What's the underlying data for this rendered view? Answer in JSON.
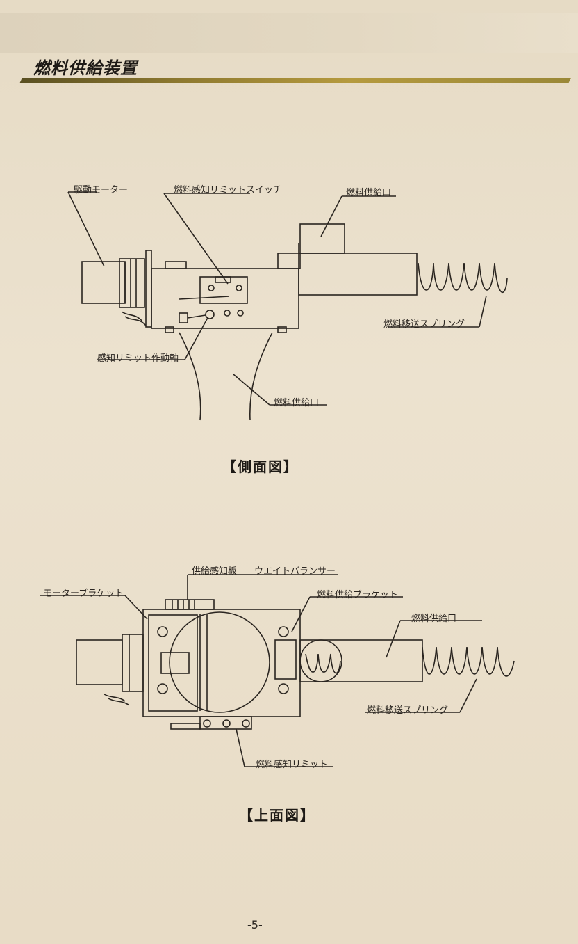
{
  "section": {
    "title": "燃料供給装置"
  },
  "side_view": {
    "caption": "【側面図】",
    "labels": {
      "drive_motor": "駆動モーター",
      "limit_switch": "燃料感知リミットスイッチ",
      "supply_port_top": "燃料供給口",
      "transfer_spring": "燃料移送スプリング",
      "limit_shaft": "感知リミット作動軸",
      "supply_port_bottom": "燃料供給口"
    }
  },
  "top_view": {
    "caption": "【上面図】",
    "labels": {
      "sensor_plate": "供給感知板",
      "weight_balancer": "ウエイトバランサー",
      "motor_bracket": "モーターブラケット",
      "supply_bracket": "燃料供給ブラケット",
      "supply_port": "燃料供給口",
      "transfer_spring": "燃料移送スプリング",
      "fuel_limit": "燃料感知リミット"
    }
  },
  "footer": {
    "page_number": "-5-"
  }
}
